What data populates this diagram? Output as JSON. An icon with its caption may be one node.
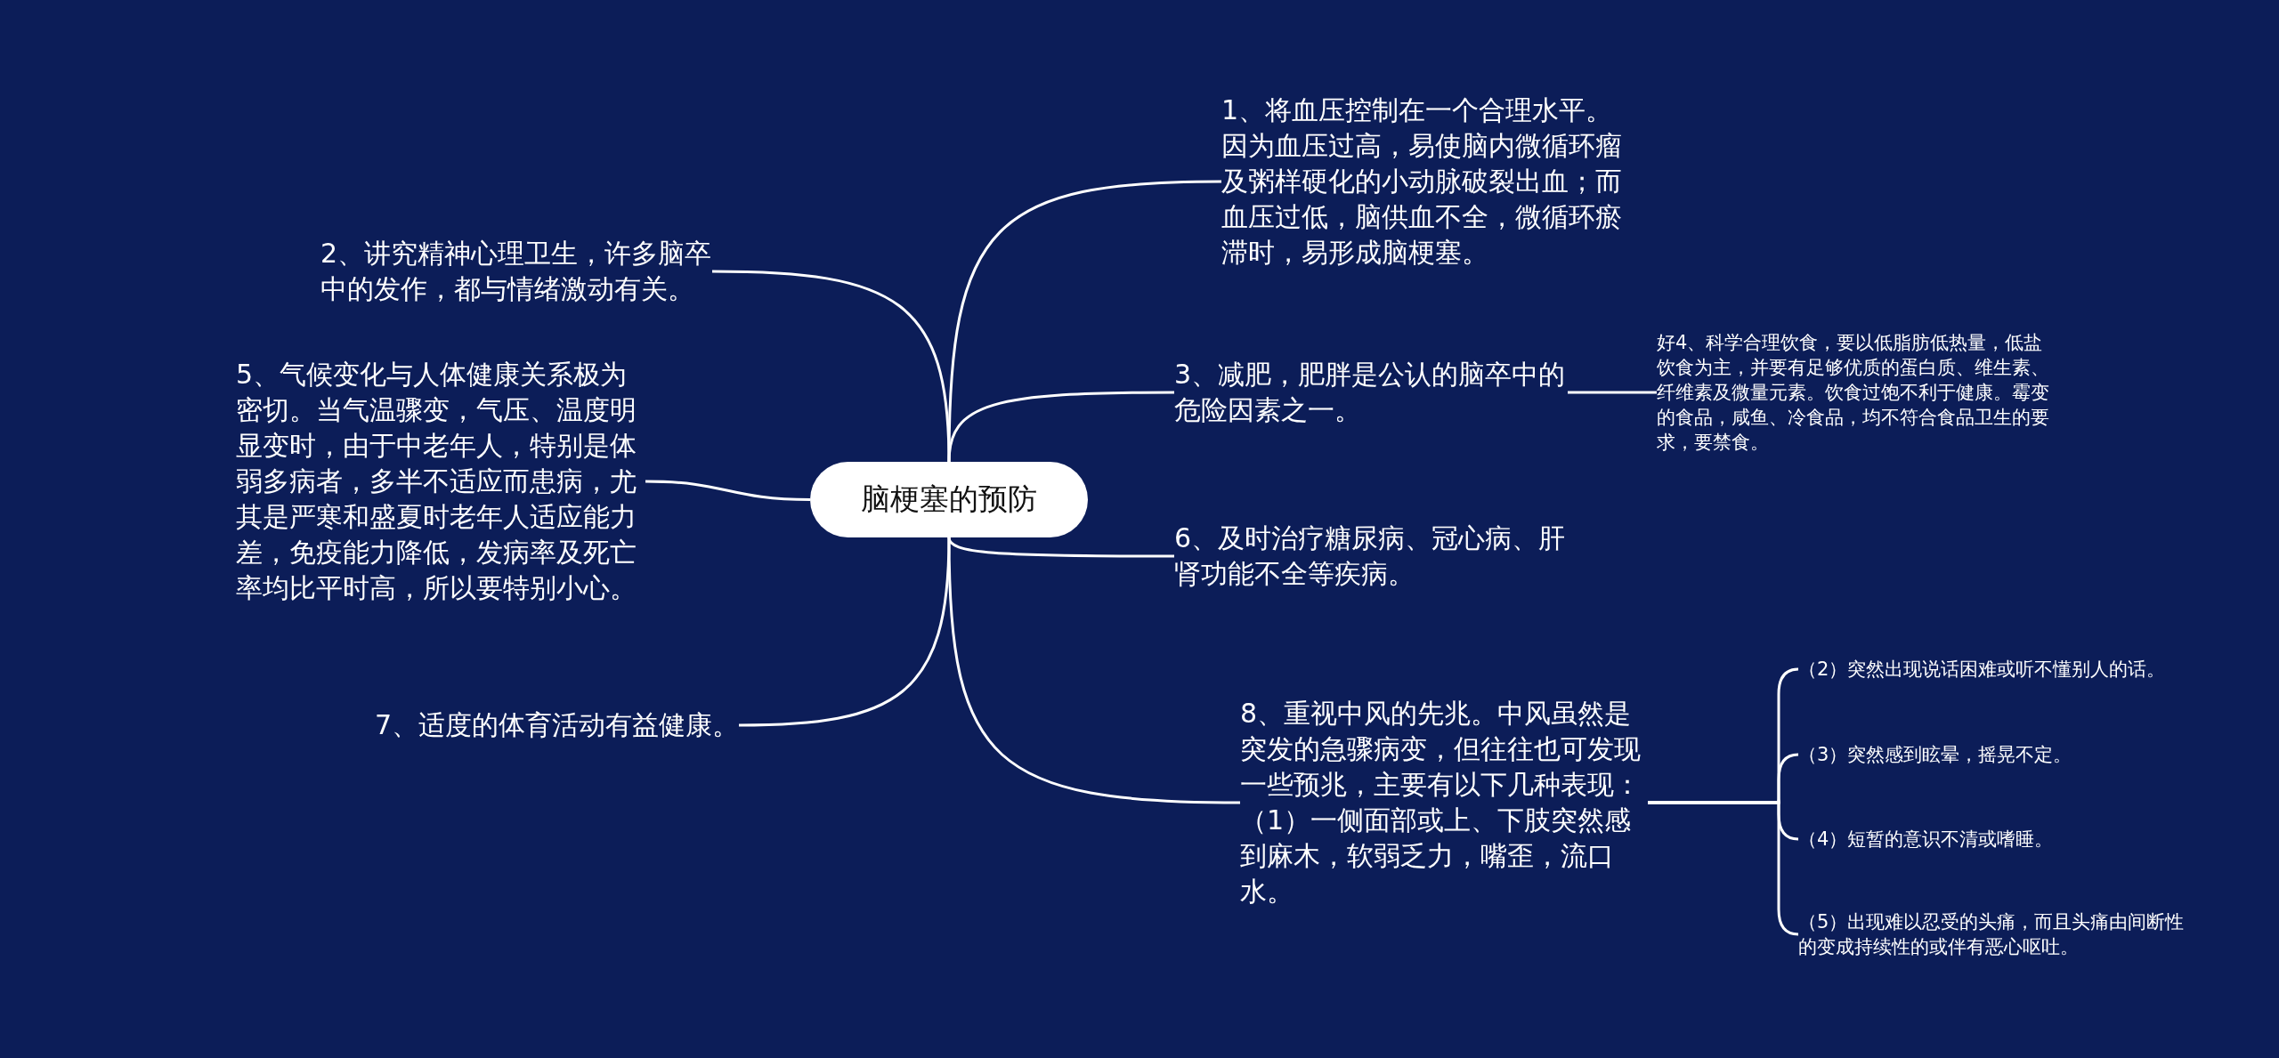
{
  "diagram": {
    "nodes": [
      {
        "text": [
          "脑梗塞的预防"
        ]
      },
      {
        "text": [
          "1、将血压控制在一个合理水平。因为血压过高，易使脑内微循环瘤及粥样硬化的小动脉破裂出血；而血压过低，脑供血不全，微循环瘀滞时，易形成脑梗塞。"
        ]
      },
      {
        "text": [
          "2、讲究精神心理卫生，许多脑卒中的发作，都与情绪激动有关。"
        ]
      },
      {
        "text": [
          "3、减肥，肥胖是公认的脑卒中的危险因素之一。"
        ]
      },
      {
        "text": [
          "好4、科学合理饮食，要以低脂肪低热量，低盐饮食为主，并要有足够优质的蛋白质、维生素、纤维素及微量元素。饮食过饱不利于健康。霉变的食品，咸鱼、冷食品，均不符合食品卫生的要求，要禁食。"
        ]
      },
      {
        "text": [
          "5、气候变化与人体健康关系极为密切。当气温骤变，气压、温度明显变时，由于中老年人，特别是体弱多病者，多半不适应而患病，尤其是严寒和盛夏时老年人适应能力差，免疫能力降低，发病率及死亡率均比平时高，所以要特别小心。"
        ]
      },
      {
        "text": [
          "6、及时治疗糖尿病、冠心病、肝肾功能不全等疾病。"
        ]
      },
      {
        "text": [
          "7、适度的体育活动有益健康。"
        ]
      },
      {
        "text": [
          "8、重视中风的先兆。中风虽然是突发的急骤病变，但往往也可发现一些预兆，主要有以下几种表现：（1）一侧面部或上、下肢突然感到麻木，软弱乏力，嘴歪，流口水。"
        ]
      },
      {
        "text": [
          "（2）突然出现说话困难或听不懂别人的话。"
        ]
      },
      {
        "text": [
          "（3）突然感到眩晕，摇晃不定。"
        ]
      },
      {
        "text": [
          "（4）短暂的意识不清或嗜睡。"
        ]
      },
      {
        "text": [
          "（5）出现难以忍受的头痛，而且头痛由间断性的变成持续性的或伴有恶心呕吐。"
        ]
      }
    ],
    "edges": [
      {
        "from": 0,
        "to": 1,
        "arrow": "none"
      },
      {
        "from": 0,
        "to": 2,
        "arrow": "none"
      },
      {
        "from": 0,
        "to": 3,
        "arrow": "none"
      },
      {
        "from": 0,
        "to": 5,
        "arrow": "none"
      },
      {
        "from": 0,
        "to": 6,
        "arrow": "none"
      },
      {
        "from": 0,
        "to": 7,
        "arrow": "none"
      },
      {
        "from": 0,
        "to": 8,
        "arrow": "none"
      },
      {
        "from": 3,
        "to": 4,
        "arrow": "none"
      },
      {
        "from": 8,
        "to": 9,
        "arrow": "none"
      },
      {
        "from": 8,
        "to": 10,
        "arrow": "none"
      },
      {
        "from": 8,
        "to": 11,
        "arrow": "none"
      },
      {
        "from": 8,
        "to": 12,
        "arrow": "none"
      }
    ]
  }
}
